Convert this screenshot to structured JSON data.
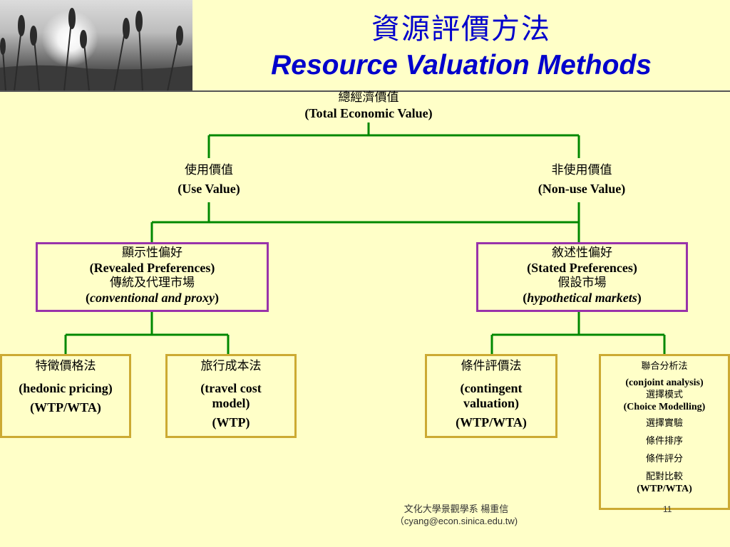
{
  "title": {
    "zh": "資源評價方法",
    "en": "Resource Valuation Methods"
  },
  "total": {
    "zh": "總經濟價值",
    "en": "(Total Economic Value)"
  },
  "use": {
    "zh": "使用價值",
    "en": "(Use Value)"
  },
  "nonuse": {
    "zh": "非使用價值",
    "en": "(Non-use Value)"
  },
  "revealed": {
    "zh": "顯示性偏好",
    "en": "(Revealed Preferences)",
    "zh2": "傳統及代理市場",
    "en2_open": "(",
    "en2": "conventional and proxy",
    "en2_close": ")"
  },
  "stated": {
    "zh": "敘述性偏好",
    "en": "(Stated Preferences)",
    "zh2": "假設市場",
    "en2_open": "(",
    "en2": "hypothetical markets",
    "en2_close": ")"
  },
  "hedonic": {
    "zh": "特徵價格法",
    "en": "(hedonic pricing)",
    "wtp": "(WTP/WTA)"
  },
  "travel": {
    "zh": "旅行成本法",
    "en": "(travel cost model)",
    "wtp": "(WTP)"
  },
  "contingent": {
    "zh": "條件評價法",
    "en": "(contingent valuation)",
    "wtp": "(WTP/WTA)"
  },
  "conjoint": {
    "zh": "聯合分析法",
    "en": "(conjoint analysis)",
    "zh2": "選擇模式",
    "en2": "(Choice Modelling)",
    "i1": "選擇實驗",
    "i2": "條件排序",
    "i3": "條件評分",
    "i4": "配對比較",
    "wtp": "(WTP/WTA)"
  },
  "footer": {
    "line1": "文化大學景觀學系 楊重信",
    "line2": "（cyang@econ.sinica.edu.tw)",
    "page": "11"
  },
  "colors": {
    "title": "#0000cc",
    "connector": "#008800",
    "purple_border": "#9933aa",
    "gold_border": "#ccaa33",
    "background": "#ffffc8"
  }
}
